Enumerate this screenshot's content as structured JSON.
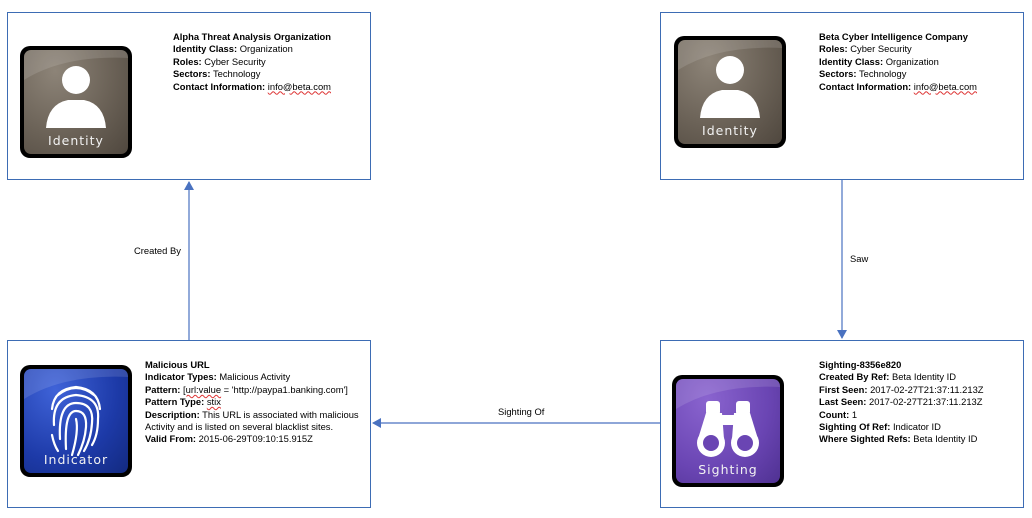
{
  "nodes": {
    "alpha": {
      "icon_label": "Identity",
      "title": "Alpha Threat Analysis Organization",
      "identity_class_key": "Identity Class:",
      "identity_class_val": "Organization",
      "roles_key": "Roles:",
      "roles_val": "Cyber Security",
      "sectors_key": "Sectors:",
      "sectors_val": "Technology",
      "contact_key": "Contact Information:",
      "contact_val": "info@beta.com"
    },
    "beta": {
      "icon_label": "Identity",
      "title": "Beta Cyber Intelligence Company",
      "roles_key": "Roles:",
      "roles_val": "Cyber Security",
      "identity_class_key": "Identity Class:",
      "identity_class_val": "Organization",
      "sectors_key": "Sectors:",
      "sectors_val": "Technology",
      "contact_key": "Contact Information:",
      "contact_val": "info@beta.com"
    },
    "indicator": {
      "icon_label": "Indicator",
      "title": "Malicious URL",
      "types_key": "Indicator Types:",
      "types_val": "Malicious Activity",
      "pattern_key": "Pattern:",
      "pattern_val_a": "[url:value",
      "pattern_val_b": " = 'http://paypa1.banking.com']",
      "pattern_type_key": "Pattern Type:",
      "pattern_type_val": "stix",
      "description_key": "Description:",
      "description_val": "This URL is associated with malicious Activity and is listed on several blacklist sites.",
      "valid_from_key": "Valid From:",
      "valid_from_val": "2015-06-29T09:10:15.915Z"
    },
    "sighting": {
      "icon_label": "Sighting",
      "title": "Sighting-8356e820",
      "created_by_key": "Created By Ref:",
      "created_by_val": "Beta Identity ID",
      "first_seen_key": "First Seen:",
      "first_seen_val": "2017-02-27T21:37:11.213Z",
      "last_seen_key": "Last Seen:",
      "last_seen_val": "2017-02-27T21:37:11.213Z",
      "count_key": "Count:",
      "count_val": "1",
      "sighting_of_key": "Sighting Of Ref:",
      "sighting_of_val": "Indicator ID",
      "where_key": "Where Sighted Refs:",
      "where_val": "Beta Identity ID"
    }
  },
  "edges": {
    "created_by": "Created By",
    "saw": "Saw",
    "sighting_of": "Sighting Of"
  },
  "colors": {
    "border": "#3d6cb4",
    "arrow": "#4a72c0"
  }
}
